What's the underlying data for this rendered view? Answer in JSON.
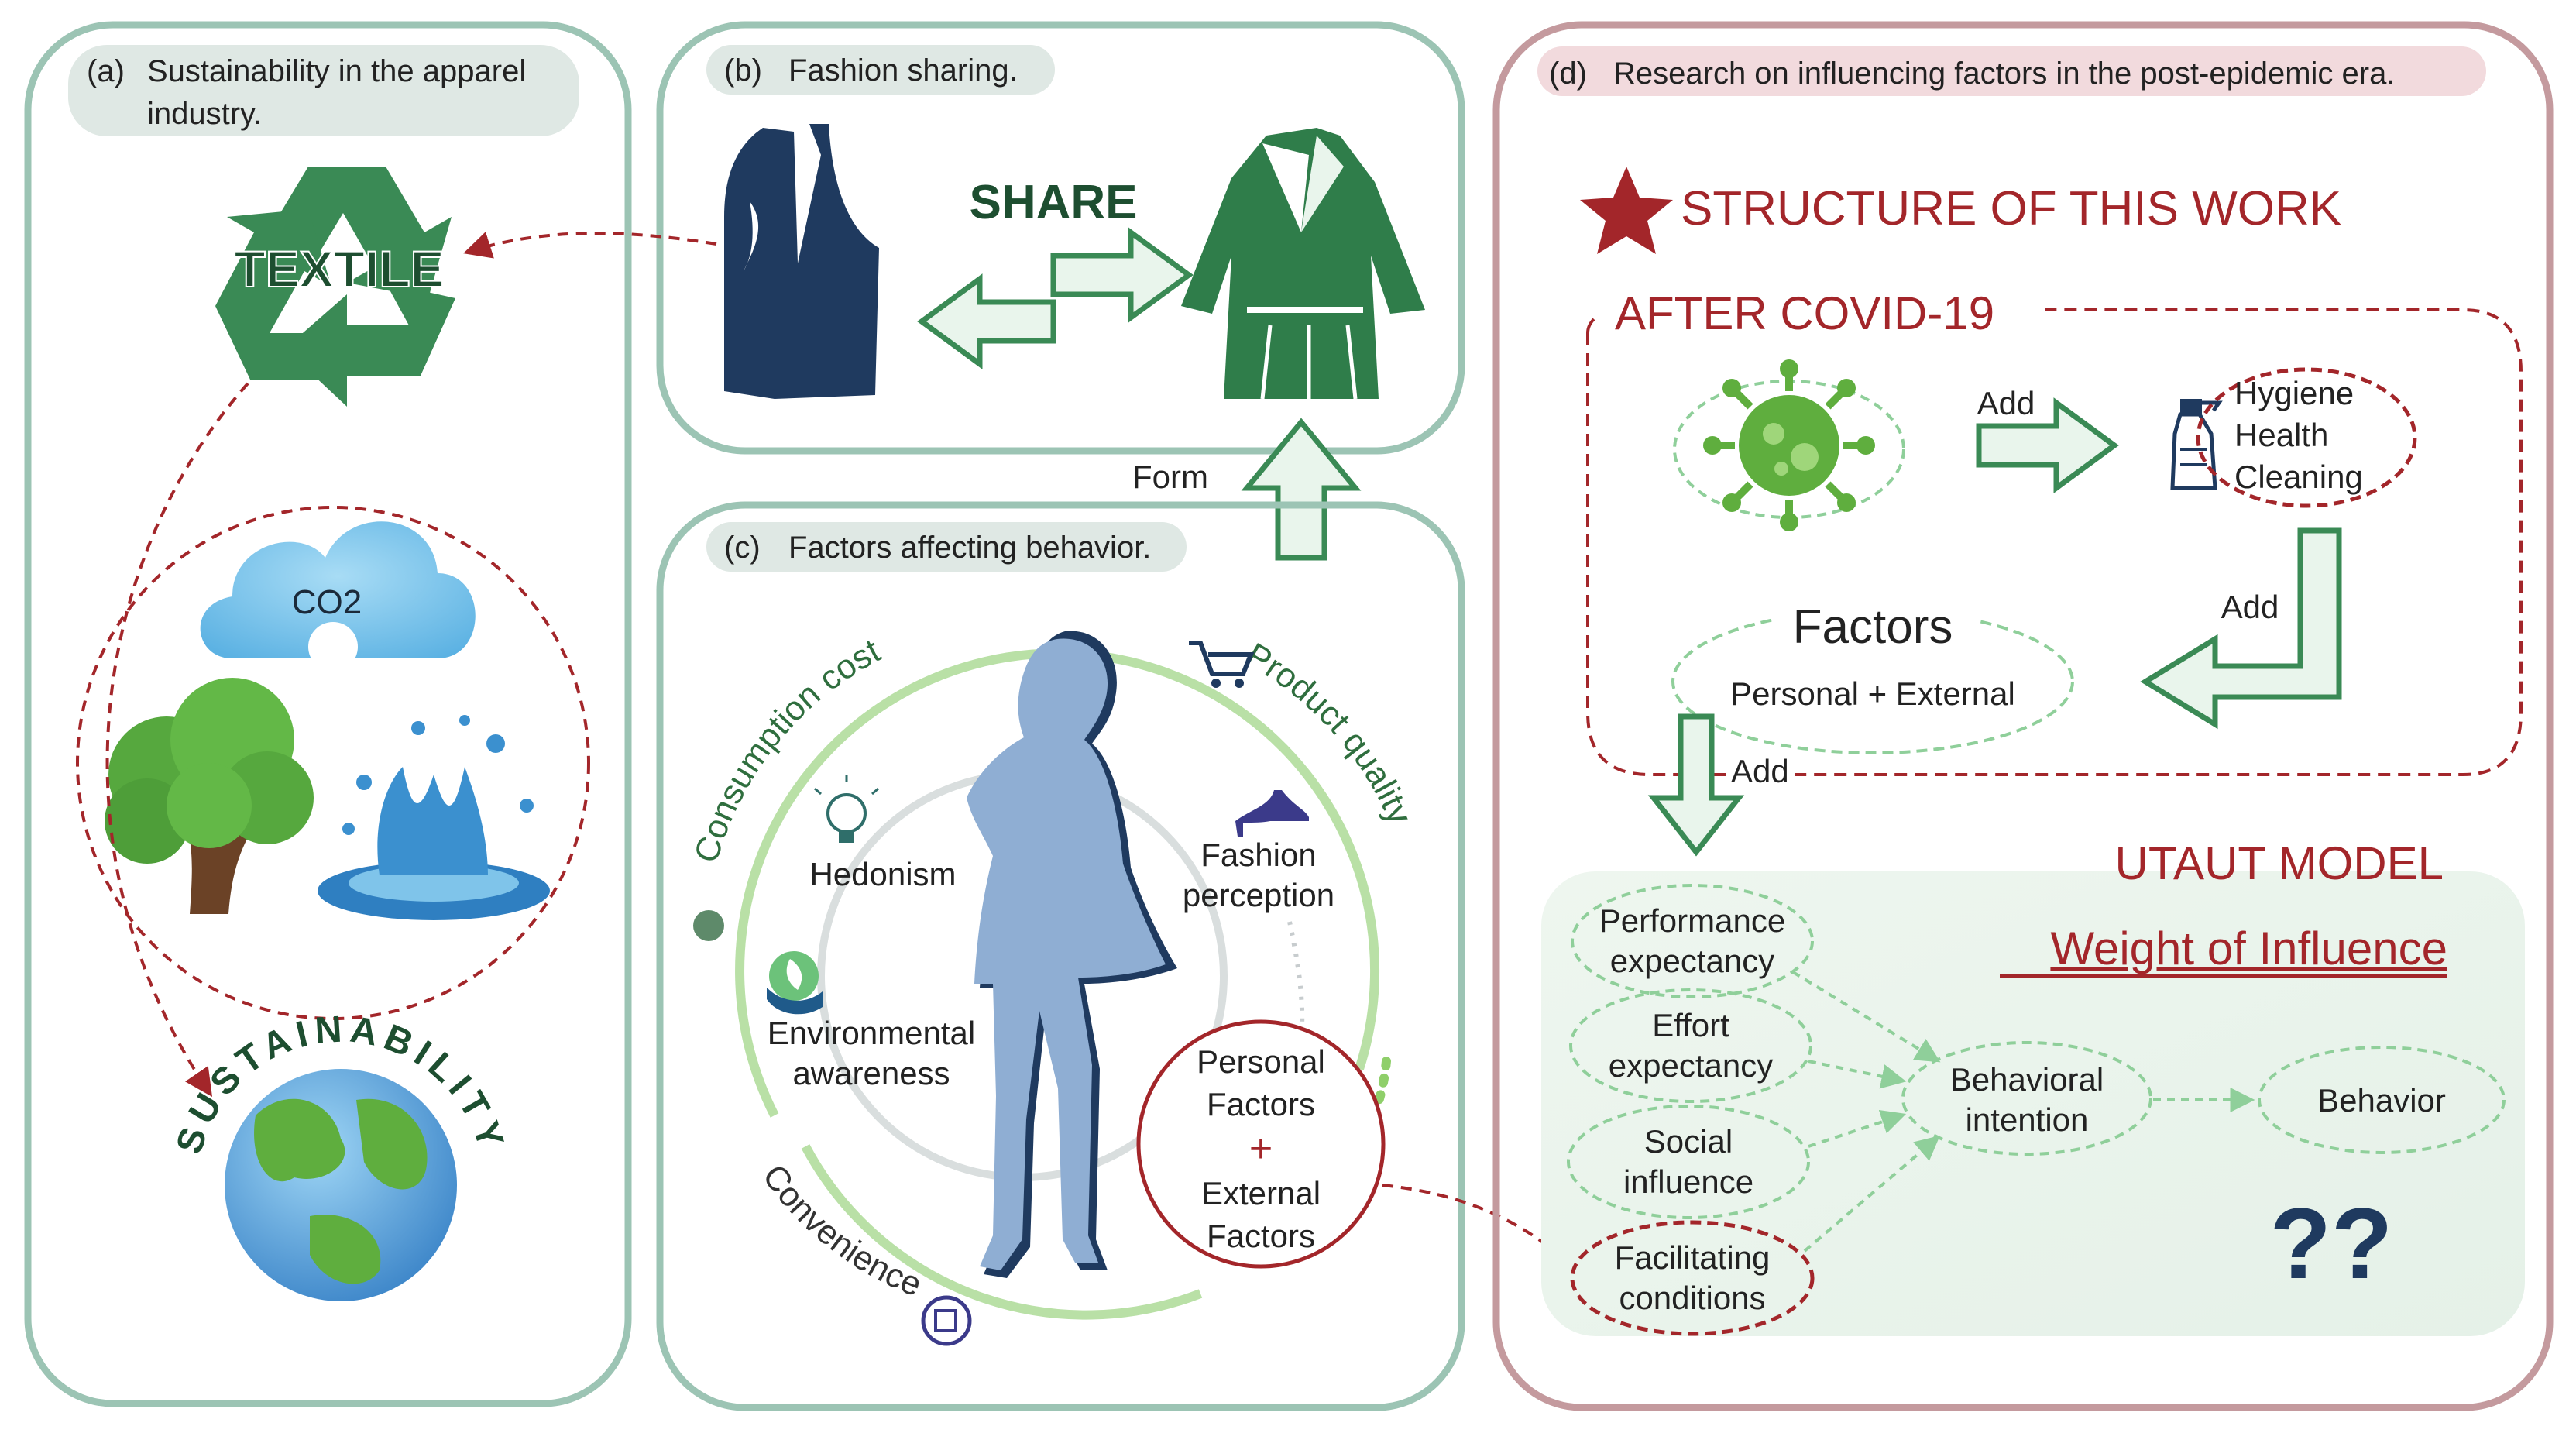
{
  "panel_a": {
    "caption_tag": "(a)",
    "caption_line1": "Sustainability in the apparel",
    "caption_line2": "industry.",
    "textile": "TEXTILE",
    "co2": "CO2",
    "sustainability": "SUSTAINABILITY"
  },
  "panel_b": {
    "caption_tag": "(b)",
    "caption": "Fashion sharing.",
    "share": "SHARE",
    "form": "Form"
  },
  "panel_c": {
    "caption_tag": "(c)",
    "caption": "Factors affecting behavior.",
    "consumption_cost": "Consumption cost",
    "product_quality": "Product quality",
    "convenience": "Convenience",
    "hedonism": "Hedonism",
    "fashion_perception_1": "Fashion",
    "fashion_perception_2": "perception",
    "environmental_1": "Environmental",
    "environmental_2": "awareness",
    "personal_factors_1": "Personal",
    "personal_factors_2": "Factors",
    "plus": "+",
    "external_factors_1": "External",
    "external_factors_2": "Factors"
  },
  "panel_d": {
    "caption_tag": "(d)",
    "caption": "Research on influencing factors in the post-epidemic era.",
    "structure_title": "STRUCTURE OF THIS WORK",
    "after_covid": "AFTER COVID-19",
    "add_1": "Add",
    "add_2": "Add",
    "add_3": "Add",
    "hygiene": [
      "Hygiene",
      "Health",
      "Cleaning"
    ],
    "factors_title": "Factors",
    "factors_sub": "Personal + External",
    "utaut": "UTAUT MODEL",
    "weight": "Weight of Influence",
    "performance": [
      "Performance",
      "expectancy"
    ],
    "effort": [
      "Effort",
      "expectancy"
    ],
    "social": [
      "Social",
      "influence"
    ],
    "facilitating": [
      "Facilitating",
      "conditions"
    ],
    "behavioral": [
      "Behavioral",
      "intention"
    ],
    "behavior": "Behavior",
    "questions": "??"
  },
  "colors": {
    "panel_border_green": "#9cc4b4",
    "panel_border_red": "#c49a9e",
    "dark_green": "#2f7d4a",
    "dark_red": "#a3262a",
    "navy": "#1f3a5f",
    "figure_blue": "#8faed3",
    "sky_blue": "#7fc4ea"
  }
}
